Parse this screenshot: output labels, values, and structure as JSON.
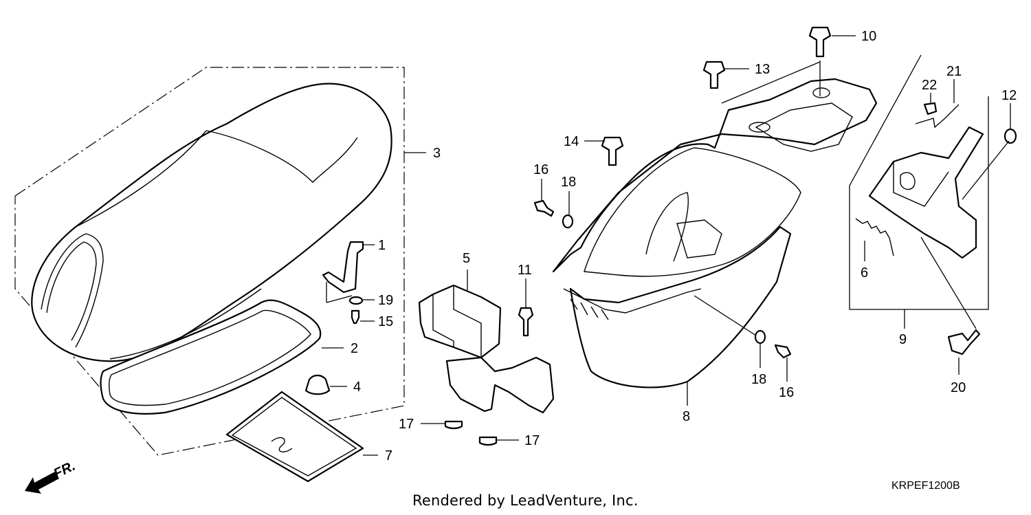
{
  "diagram": {
    "callouts": [
      {
        "id": "1",
        "label": "1"
      },
      {
        "id": "2",
        "label": "2"
      },
      {
        "id": "3",
        "label": "3"
      },
      {
        "id": "4",
        "label": "4"
      },
      {
        "id": "5",
        "label": "5"
      },
      {
        "id": "6",
        "label": "6"
      },
      {
        "id": "7",
        "label": "7"
      },
      {
        "id": "8",
        "label": "8"
      },
      {
        "id": "9",
        "label": "9"
      },
      {
        "id": "10",
        "label": "10"
      },
      {
        "id": "11",
        "label": "11"
      },
      {
        "id": "12",
        "label": "12"
      },
      {
        "id": "13",
        "label": "13"
      },
      {
        "id": "14",
        "label": "14"
      },
      {
        "id": "15",
        "label": "15"
      },
      {
        "id": "16a",
        "label": "16"
      },
      {
        "id": "16b",
        "label": "16"
      },
      {
        "id": "17a",
        "label": "17"
      },
      {
        "id": "17b",
        "label": "17"
      },
      {
        "id": "18a",
        "label": "18"
      },
      {
        "id": "18b",
        "label": "18"
      },
      {
        "id": "19",
        "label": "19"
      },
      {
        "id": "20",
        "label": "20"
      },
      {
        "id": "21",
        "label": "21"
      },
      {
        "id": "22",
        "label": "22"
      }
    ],
    "direction_label": "FR.",
    "diagram_code": "KRPEF1200B",
    "credit": "Rendered by LeadVenture, Inc."
  }
}
